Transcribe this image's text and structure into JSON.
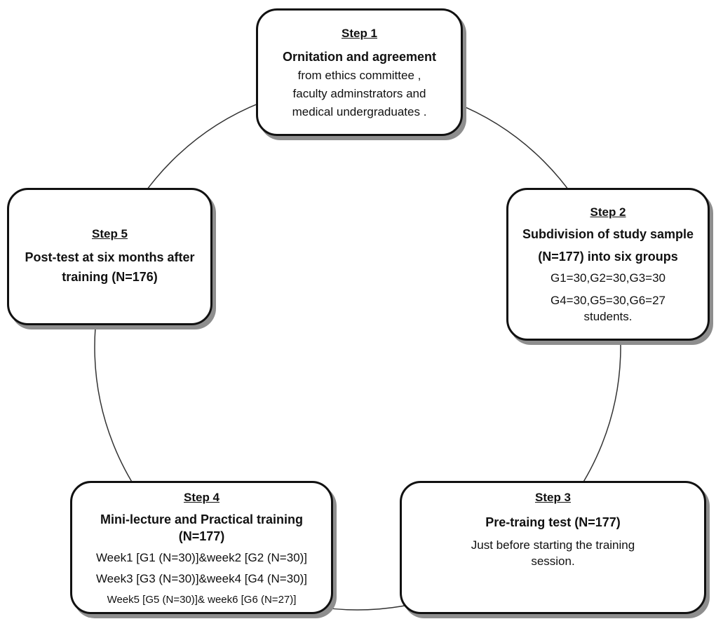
{
  "steps": [
    {
      "id": "step1",
      "title": "Step 1",
      "bold_lines": [
        "Ornitation and agreement"
      ],
      "lines": [
        "from  ethics committee ,",
        "faculty adminstrators and",
        "medical undergraduates ."
      ]
    },
    {
      "id": "step2",
      "title": "Step 2",
      "bold_lines": [
        "Subdivision of study sample",
        "(N=177) into six groups"
      ],
      "lines": [
        "G1=30,G2=30,G3=30",
        "G4=30,G5=30,G6=27",
        "students."
      ]
    },
    {
      "id": "step3",
      "title": "Step 3",
      "bold_lines": [
        "Pre-traing test (N=177)"
      ],
      "lines": [
        "Just before starting the training",
        "session."
      ]
    },
    {
      "id": "step4",
      "title": "Step 4",
      "bold_lines": [
        "Mini-lecture and Practical  training",
        "(N=177)"
      ],
      "lines": [
        "Week1 [G1 (N=30)]&week2 [G2 (N=30)]",
        "Week3 [G3 (N=30)]&week4 [G4 (N=30)]",
        "Week5 [G5 (N=30)]& week6 [G6 (N=27)]"
      ]
    },
    {
      "id": "step5",
      "title": "Step 5",
      "bold_lines": [
        "Post-test at six months after",
        "training  (N=176)"
      ],
      "lines": []
    }
  ]
}
